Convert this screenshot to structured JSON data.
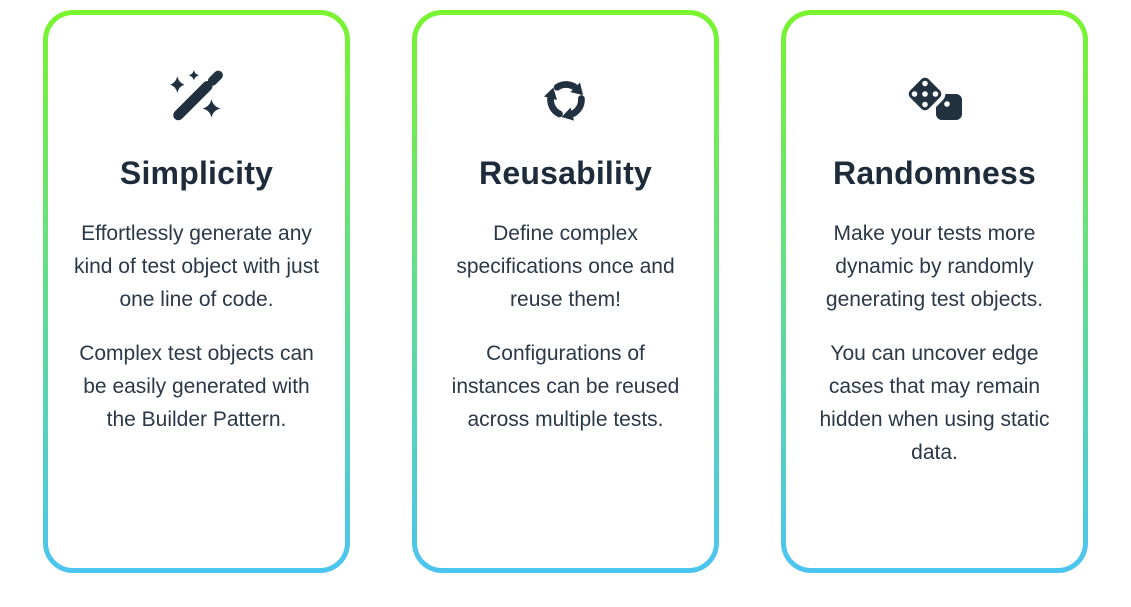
{
  "theme": {
    "gradient_top": "#79f42e",
    "gradient_bottom": "#4cc4f1",
    "heading_color": "#1d2b3b",
    "body_text_color": "#2b3848",
    "icon_color": "#213140",
    "card_background": "#ffffff"
  },
  "cards": [
    {
      "icon": "magic-wand-sparkles-icon",
      "title": "Simplicity",
      "paragraphs": [
        "Effortlessly generate any kind of test object with just one line of code.",
        "Complex test objects can be easily generated with the Builder Pattern."
      ]
    },
    {
      "icon": "recycle-icon",
      "title": "Reusability",
      "paragraphs": [
        "Define complex specifications once and reuse them!",
        "Configurations of instances can be reused across multiple tests."
      ]
    },
    {
      "icon": "dice-icon",
      "title": "Randomness",
      "paragraphs": [
        "Make your tests more dynamic by randomly generating test objects.",
        "You can uncover edge cases that may remain hidden when using static data."
      ]
    }
  ]
}
